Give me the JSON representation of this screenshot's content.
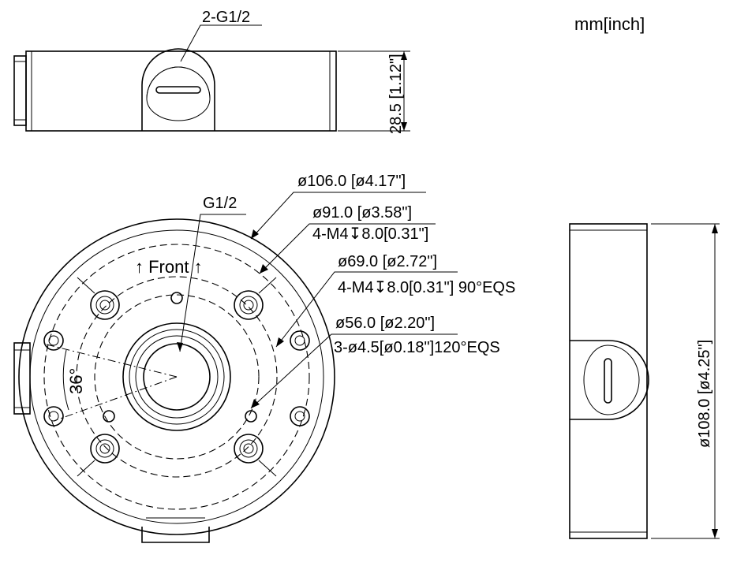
{
  "units_label": "mm[inch]",
  "top_view": {
    "port_label": "2-G1/2",
    "height_dim": "28.5 [1.12\"]"
  },
  "front_view": {
    "port_label": "G1/2",
    "front_marker": "↑ Front ↑",
    "angle_label": "36°",
    "callouts": [
      "ø106.0 [ø4.17\"]",
      "ø91.0 [ø3.58\"]",
      "4-M4↧8.0[0.31\"]",
      "ø69.0 [ø2.72\"]",
      "4-M4↧8.0[0.31\"] 90°EQS",
      "ø56.0 [ø2.20\"]",
      "3-ø4.5[ø0.18\"]120°EQS"
    ]
  },
  "side_view": {
    "diameter_dim": "ø108.0 [ø4.25\"]"
  }
}
